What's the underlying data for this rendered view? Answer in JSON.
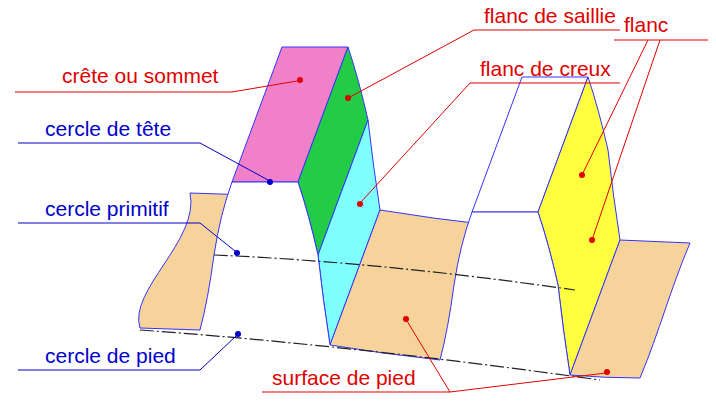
{
  "diagram": {
    "labels": [
      "crête ou sommet",
      "flanc de saillie",
      "flanc de creux",
      "flanc",
      "cercle de tête",
      "cercle primitif",
      "cercle de pied",
      "surface de pied"
    ]
  }
}
